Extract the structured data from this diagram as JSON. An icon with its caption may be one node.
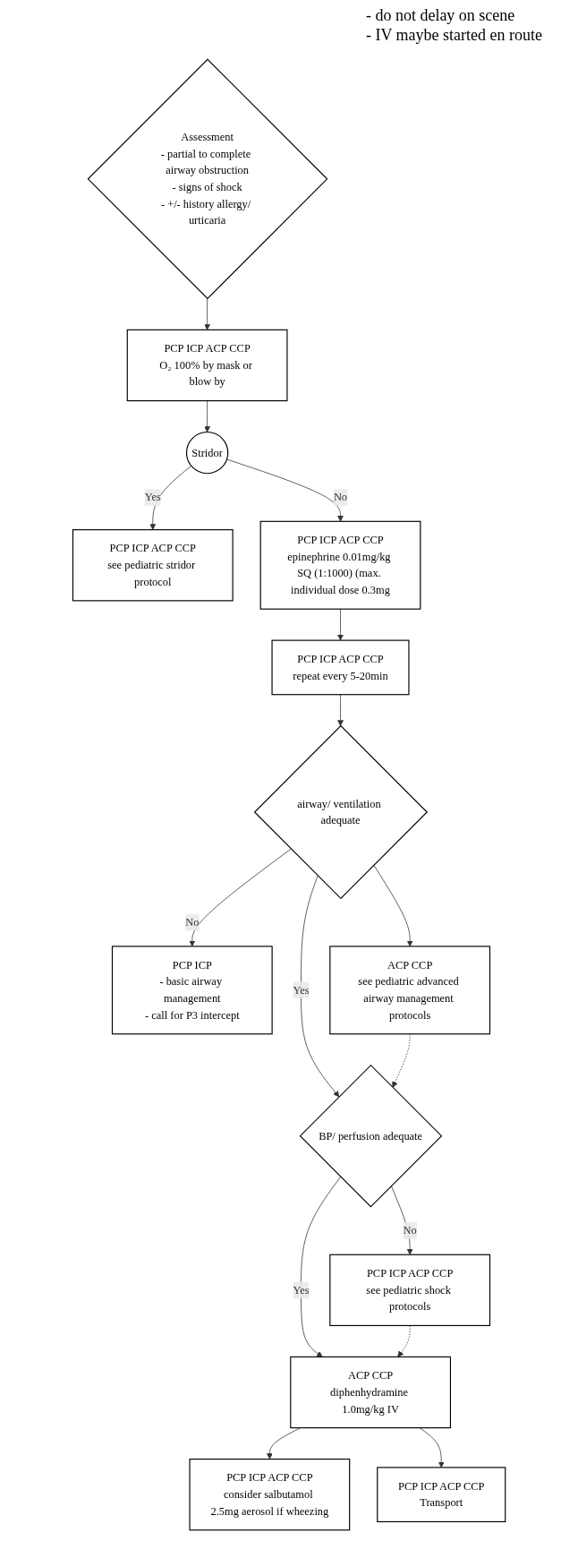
{
  "diagram": {
    "nodes": [
      {
        "text": [
          "Assessment",
          "- partial to complete airway obstruction",
          "- signs of shock",
          "- +/- history allergy/ urticaria"
        ]
      },
      {
        "text": [
          "PCP ICP ACP CCP",
          "O₂ 100% by mask or blow by"
        ]
      },
      {
        "text": [
          "Stridor"
        ]
      },
      {
        "text": [
          "PCP ICP ACP CCP",
          "see pediatric stridor protocol"
        ]
      },
      {
        "text": [
          "PCP ICP ACP CCP",
          "epinephrine 0.01mg/kg SQ (1:1000) (max. individual dose 0.3mg"
        ]
      },
      {
        "text": [
          "PCP ICP ACP CCP",
          "repeat every 5-20min"
        ]
      },
      {
        "text": [
          "airway/ ventilation adequate"
        ]
      },
      {
        "text": [
          "PCP ICP",
          "- basic airway management",
          "- call for P3 intercept"
        ]
      },
      {
        "text": [
          "ACP CCP",
          "see pediatric advanced airway management protocols"
        ]
      },
      {
        "text": [
          "BP/ perfusion adequate"
        ]
      },
      {
        "text": [
          "PCP ICP ACP CCP",
          "see pediatric shock protocols"
        ]
      },
      {
        "text": [
          "ACP CCP",
          "diphenhydramine 1.0mg/kg IV"
        ]
      },
      {
        "text": [
          "PCP ICP ACP CCP",
          "consider salbutamol 2.5mg aerosol if wheezing"
        ]
      },
      {
        "text": [
          "PCP ICP ACP CCP",
          "Transport"
        ]
      }
    ],
    "edges": [
      {
        "from": 0,
        "to": 1,
        "arrow": "to"
      },
      {
        "from": 1,
        "to": 2,
        "arrow": "to"
      },
      {
        "from": 2,
        "to": 3,
        "arrow": "to",
        "label": "Yes"
      },
      {
        "from": 2,
        "to": 4,
        "arrow": "to",
        "label": "No"
      },
      {
        "from": 4,
        "to": 5,
        "arrow": "to"
      },
      {
        "from": 5,
        "to": 6,
        "arrow": "to"
      },
      {
        "from": 6,
        "to": 7,
        "arrow": "to",
        "label": "No"
      },
      {
        "from": 6,
        "to": 8,
        "arrow": "to"
      },
      {
        "from": 6,
        "to": 9,
        "arrow": "to",
        "label": "Yes"
      },
      {
        "from": 8,
        "to": 9,
        "arrow": "to",
        "style": "dashed"
      },
      {
        "from": 9,
        "to": 10,
        "arrow": "to",
        "label": "No"
      },
      {
        "from": 9,
        "to": 11,
        "arrow": "to",
        "label": "Yes"
      },
      {
        "from": 10,
        "to": 11,
        "arrow": "to",
        "style": "dashed"
      },
      {
        "from": 11,
        "to": 12,
        "arrow": "to"
      },
      {
        "from": 11,
        "to": 13,
        "arrow": "to"
      }
    ],
    "labels": [
      "- do not delay on scene",
      "- IV maybe started en route"
    ]
  }
}
